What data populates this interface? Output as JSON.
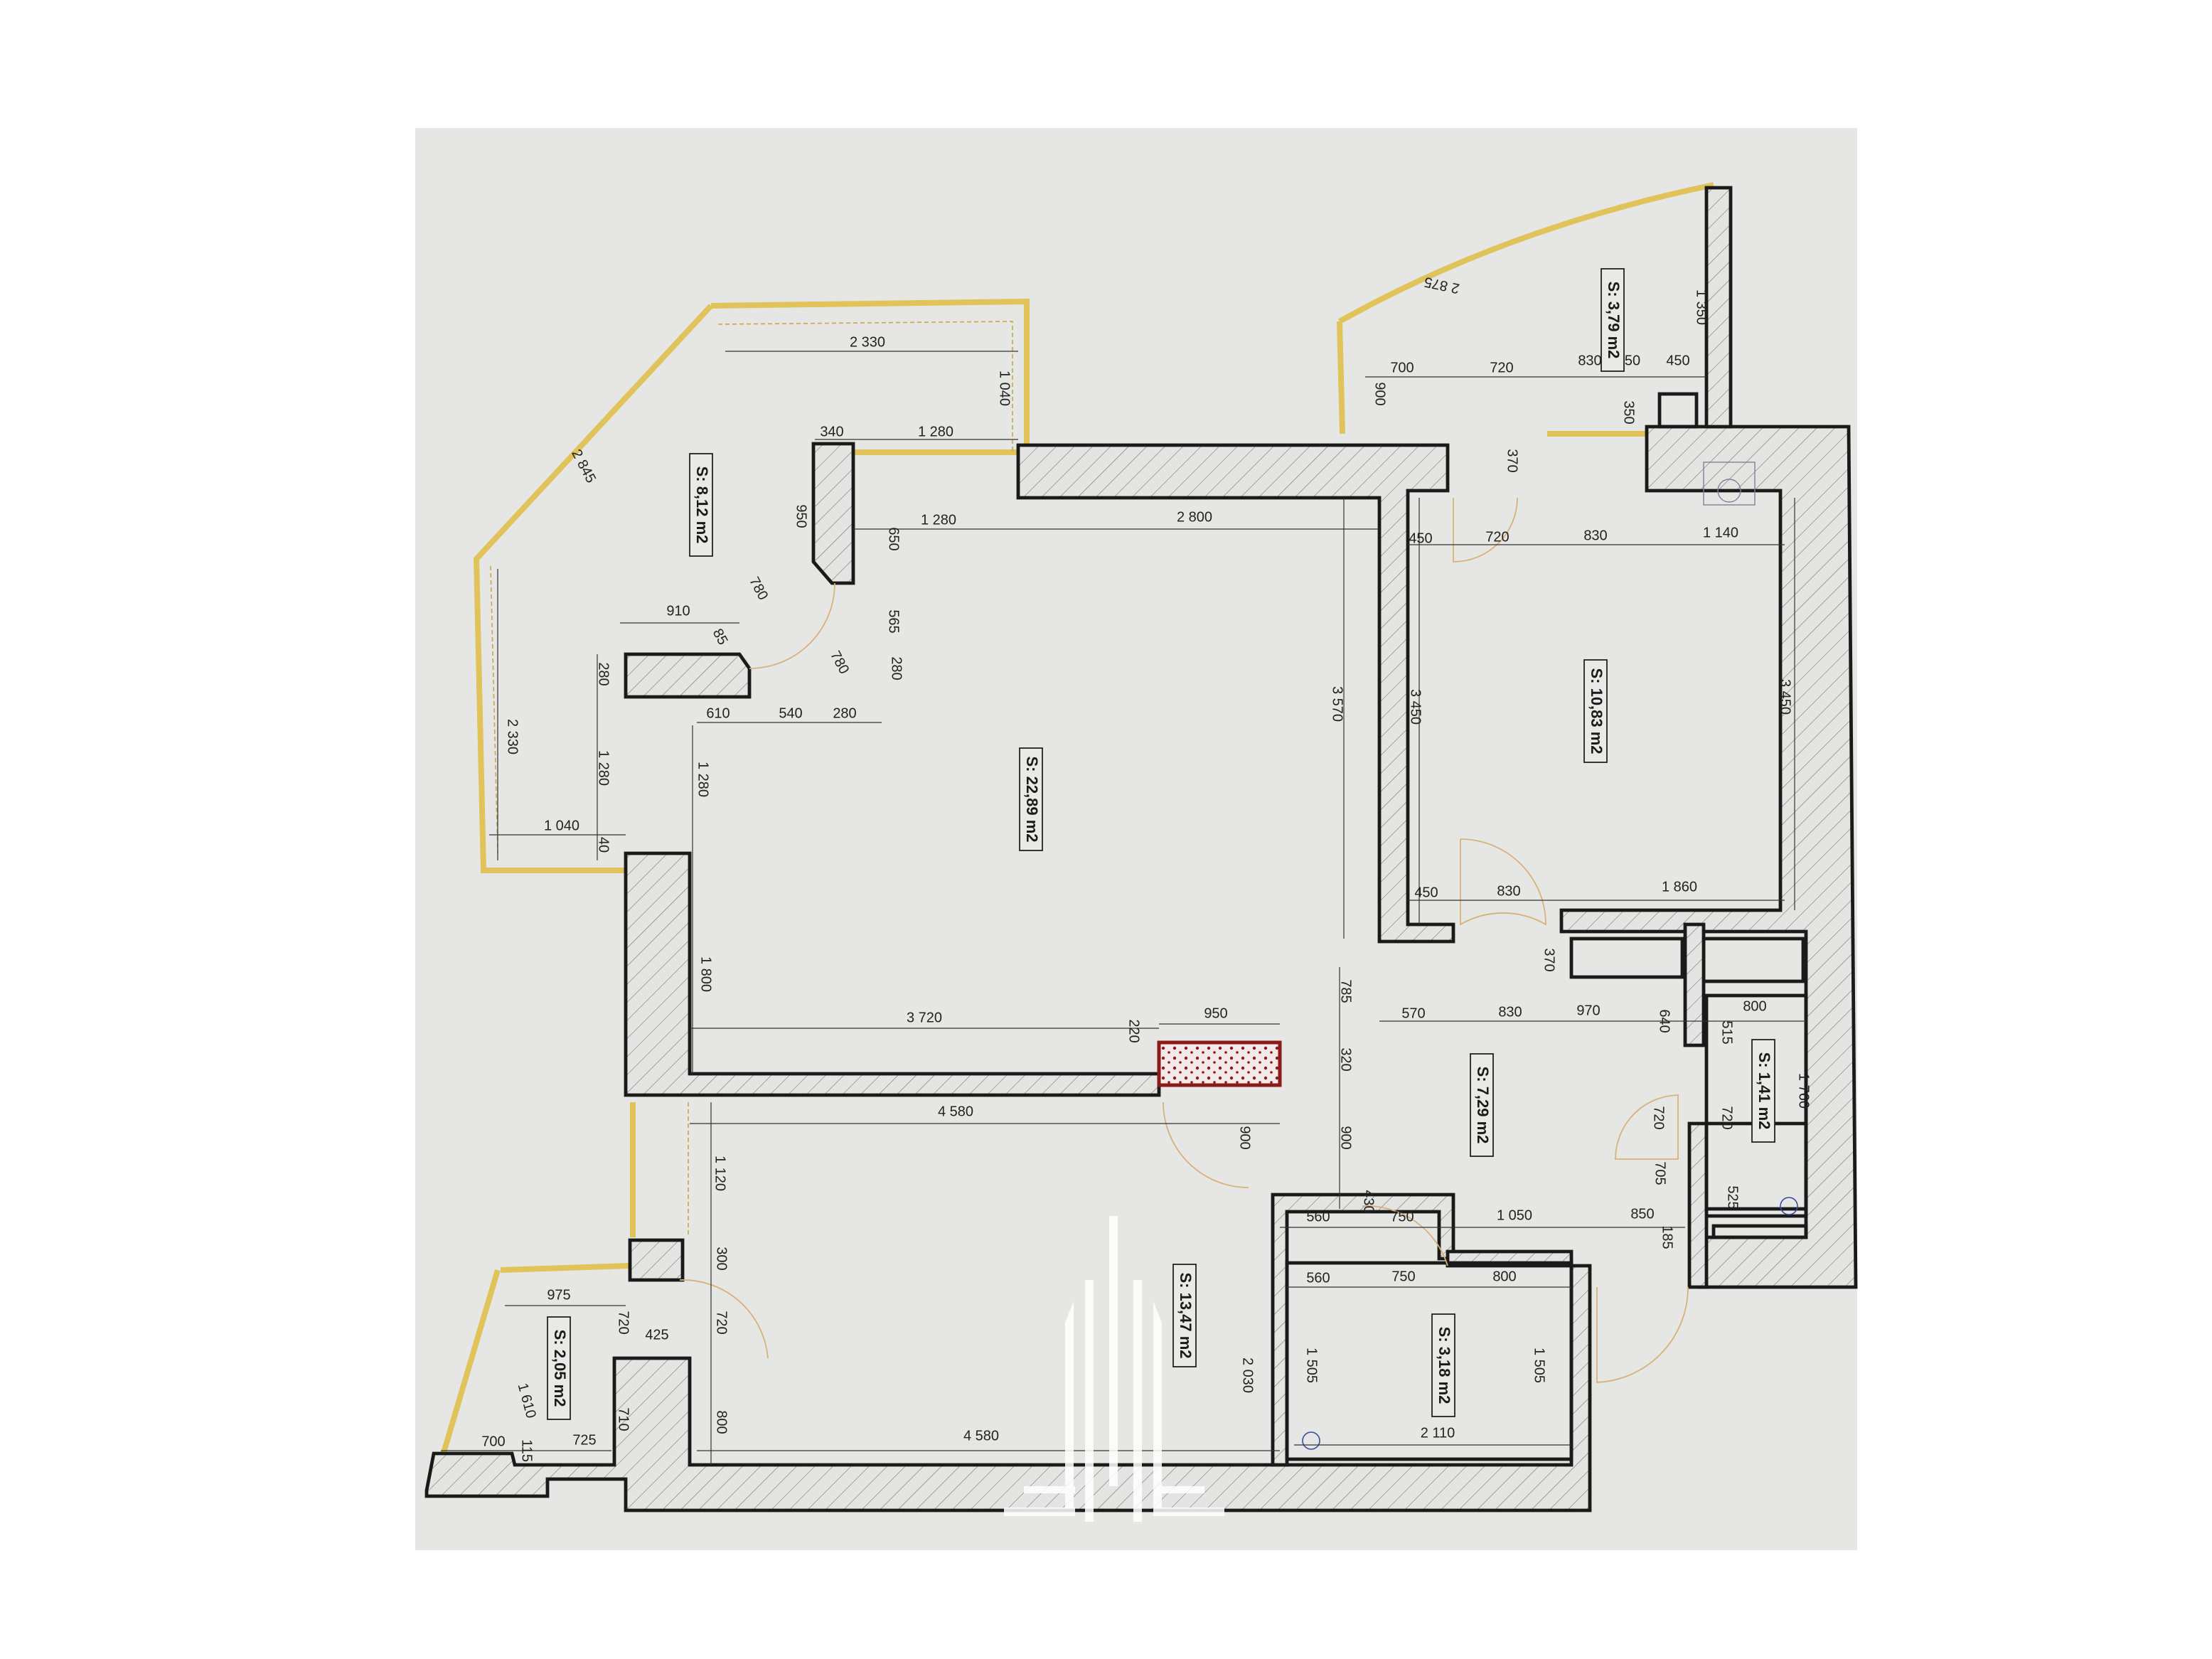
{
  "colors": {
    "paper": "#e6e7e4",
    "wall_stroke": "#1a1a1a",
    "window": "#e0c35a",
    "door_swing": "#d6b27a",
    "chimney_block": "#8b1a1a",
    "watermark": "#ffffff"
  },
  "rooms": [
    "S: 8,12 m2",
    "S: 22,89 m2",
    "S: 10,83 m2",
    "S: 3,79 m2",
    "S: 7,29 m2",
    "S: 1,41 m2",
    "S: 13,47 m2",
    "S: 3,18 m2",
    "S: 2,05 m2"
  ],
  "dims": [
    "2 330",
    "1 040",
    "2 845",
    "340",
    "1 280",
    "950",
    "1 280",
    "650",
    "2 800",
    "780",
    "565",
    "910",
    "85",
    "780",
    "280",
    "280",
    "610",
    "540",
    "280",
    "2 330",
    "1 280",
    "1 280",
    "1 040",
    "40",
    "3 570",
    "3 450",
    "3 450",
    "700",
    "720",
    "830",
    "50",
    "450",
    "900",
    "2 875",
    "1 350",
    "350",
    "370",
    "450",
    "720",
    "830",
    "1 140",
    "450",
    "830",
    "1 860",
    "370",
    "1 800",
    "785",
    "570",
    "830",
    "970",
    "640",
    "800",
    "515",
    "3 720",
    "220",
    "950",
    "320",
    "4 580",
    "900",
    "900",
    "720",
    "720",
    "1 760",
    "1 120",
    "430",
    "560",
    "750",
    "1 050",
    "850",
    "705",
    "525",
    "185",
    "560",
    "750",
    "800",
    "300",
    "975",
    "720",
    "720",
    "425",
    "2 030",
    "1 505",
    "1 505",
    "1 610",
    "710",
    "800",
    "700",
    "115",
    "725",
    "4 580",
    "2 110"
  ],
  "icons": [
    "watermark-logo",
    "chimney-block",
    "door-swing",
    "drain-circle"
  ]
}
